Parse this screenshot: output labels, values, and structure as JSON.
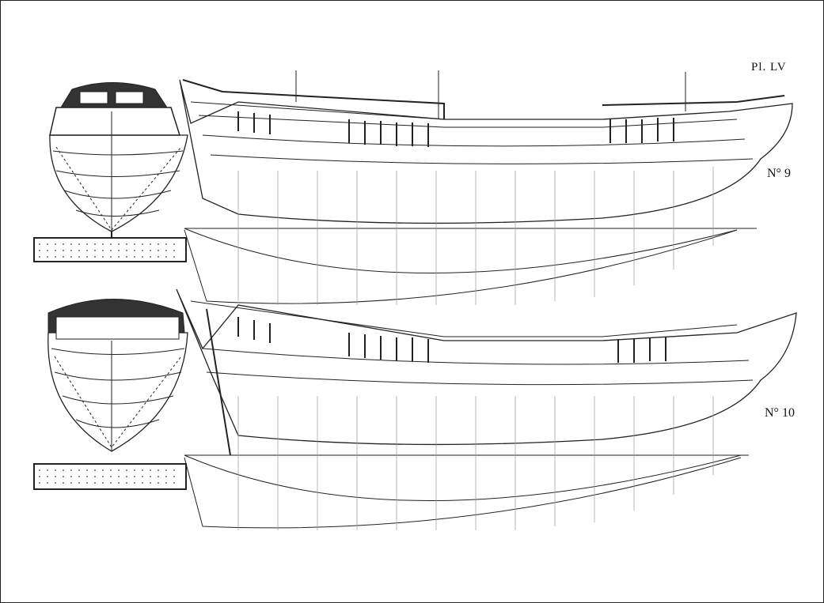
{
  "plate_label": "Pl. LV",
  "ships": [
    {
      "number_label": "N° 9"
    },
    {
      "number_label": "N° 10"
    }
  ],
  "colors": {
    "ink": "#111111",
    "paper": "#ffffff"
  }
}
